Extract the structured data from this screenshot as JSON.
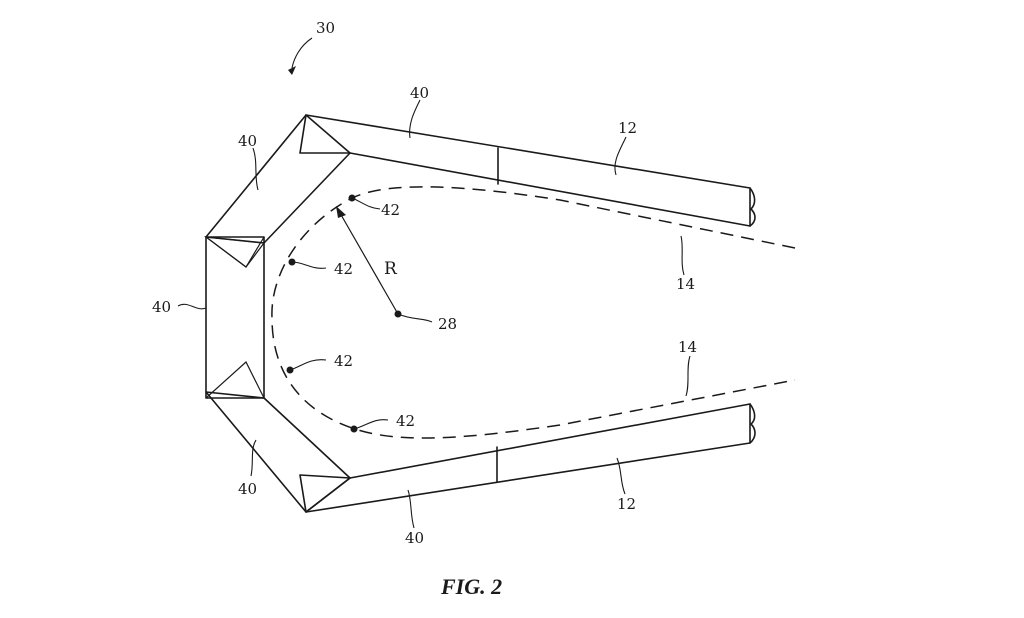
{
  "figure": {
    "caption": "FIG. 2",
    "radius_label": "R",
    "labels": {
      "assembly": "30",
      "segment_top_left": "40",
      "segment_top_edge": "40",
      "segment_left": "40",
      "segment_bottom_left": "40",
      "segment_bottom_edge": "40",
      "rail_top": "12",
      "rail_bottom": "12",
      "path_top": "14",
      "path_bottom": "14",
      "center_point": "28",
      "point_1": "42",
      "point_2": "42",
      "point_3": "42",
      "point_4": "42"
    }
  }
}
